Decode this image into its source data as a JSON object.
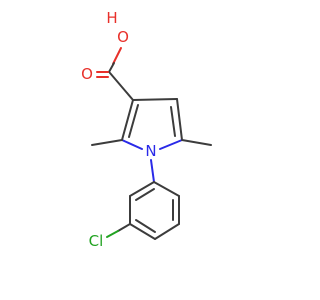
{
  "molecule": {
    "atom_labels": {
      "hydroxyl_h": "H",
      "hydroxyl_o": "O",
      "carbonyl_o": "O",
      "pyrrole_n": "N",
      "chloro": "Cl"
    },
    "colors": {
      "carbon_bond": "#3c3c3c",
      "oxygen": "#e8302a",
      "nitrogen": "#2a2ae8",
      "chlorine": "#22a322",
      "background": "#ffffff"
    }
  }
}
